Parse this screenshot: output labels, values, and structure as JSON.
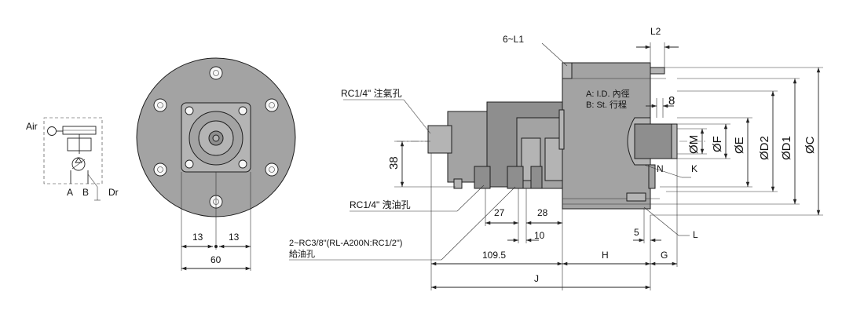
{
  "schematic": {
    "air": "Air",
    "port_a": "A",
    "port_b": "B",
    "port_dr": "Dr"
  },
  "front_view": {
    "dim_left": "13",
    "dim_right": "13",
    "dim_width": "60"
  },
  "side_view": {
    "label_6l1": "6~L1",
    "label_l2": "L2",
    "label_rc14_air": "RC1/4\" 注氣孔",
    "label_a": "A: I.D. 內徑",
    "label_b": "B: St. 行程",
    "label_8": "8",
    "label_m": "ØM",
    "label_f": "ØF",
    "label_e": "ØE",
    "label_d2": "ØD2",
    "label_d1": "ØD1",
    "label_c": "ØC",
    "label_n": "N",
    "label_k": "K",
    "label_38": "38",
    "label_rc14_drain": "RC1/4\"  洩油孔",
    "label_27": "27",
    "label_28": "28",
    "label_10": "10",
    "label_5": "5",
    "label_l": "L",
    "label_rc38_line1": "2~RC3/8\"(RL-A200N:RC1/2\")",
    "label_rc38_line2": "給油孔",
    "label_1095": "109.5",
    "label_h": "H",
    "label_g": "G",
    "label_j": "J"
  }
}
